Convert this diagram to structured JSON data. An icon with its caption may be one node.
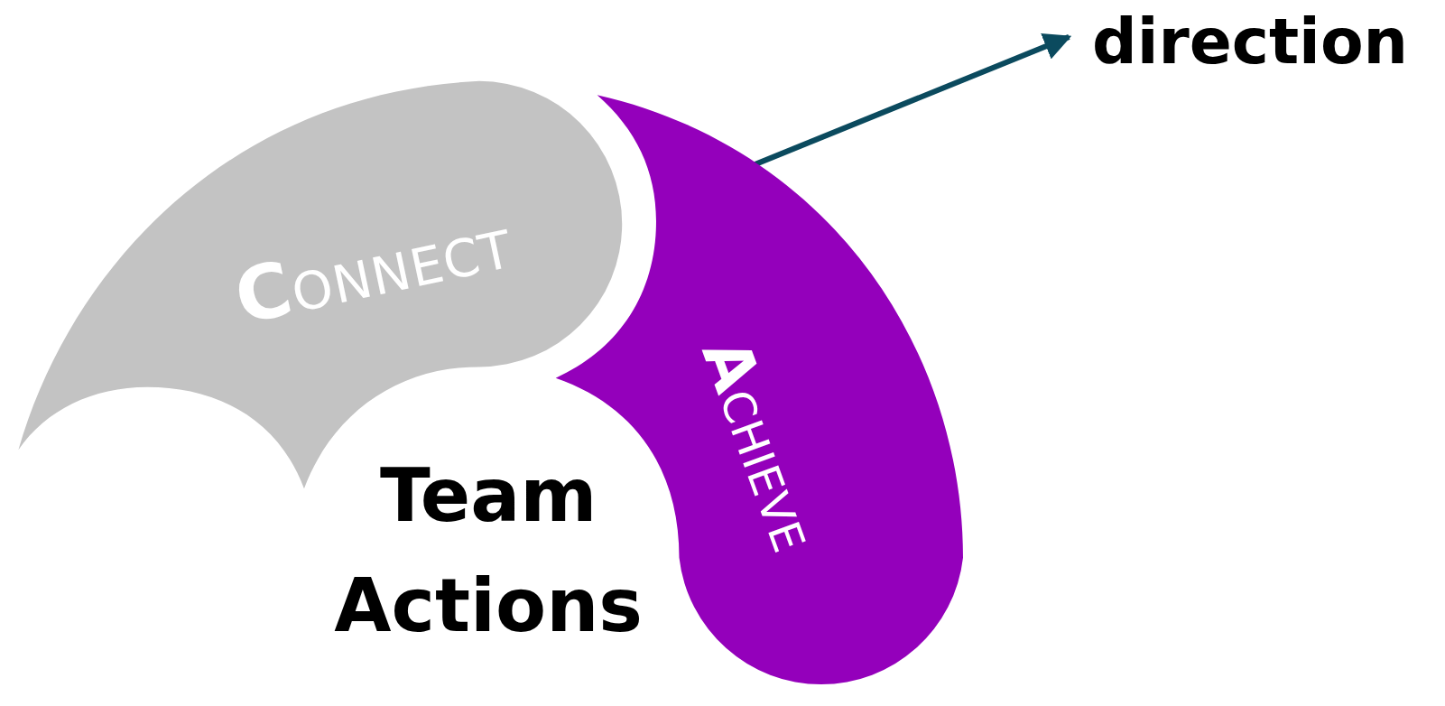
{
  "diagram": {
    "nodes": [
      {
        "text": [
          "CONNECT"
        ]
      },
      {
        "text": [
          "ACHIEVE"
        ]
      },
      {
        "text": [
          "direction"
        ]
      }
    ],
    "edges": [
      {
        "from": 1,
        "to": 2,
        "arrow": "to",
        "color": "#0b4a5e"
      }
    ],
    "labels": [
      "Team Actions"
    ]
  }
}
